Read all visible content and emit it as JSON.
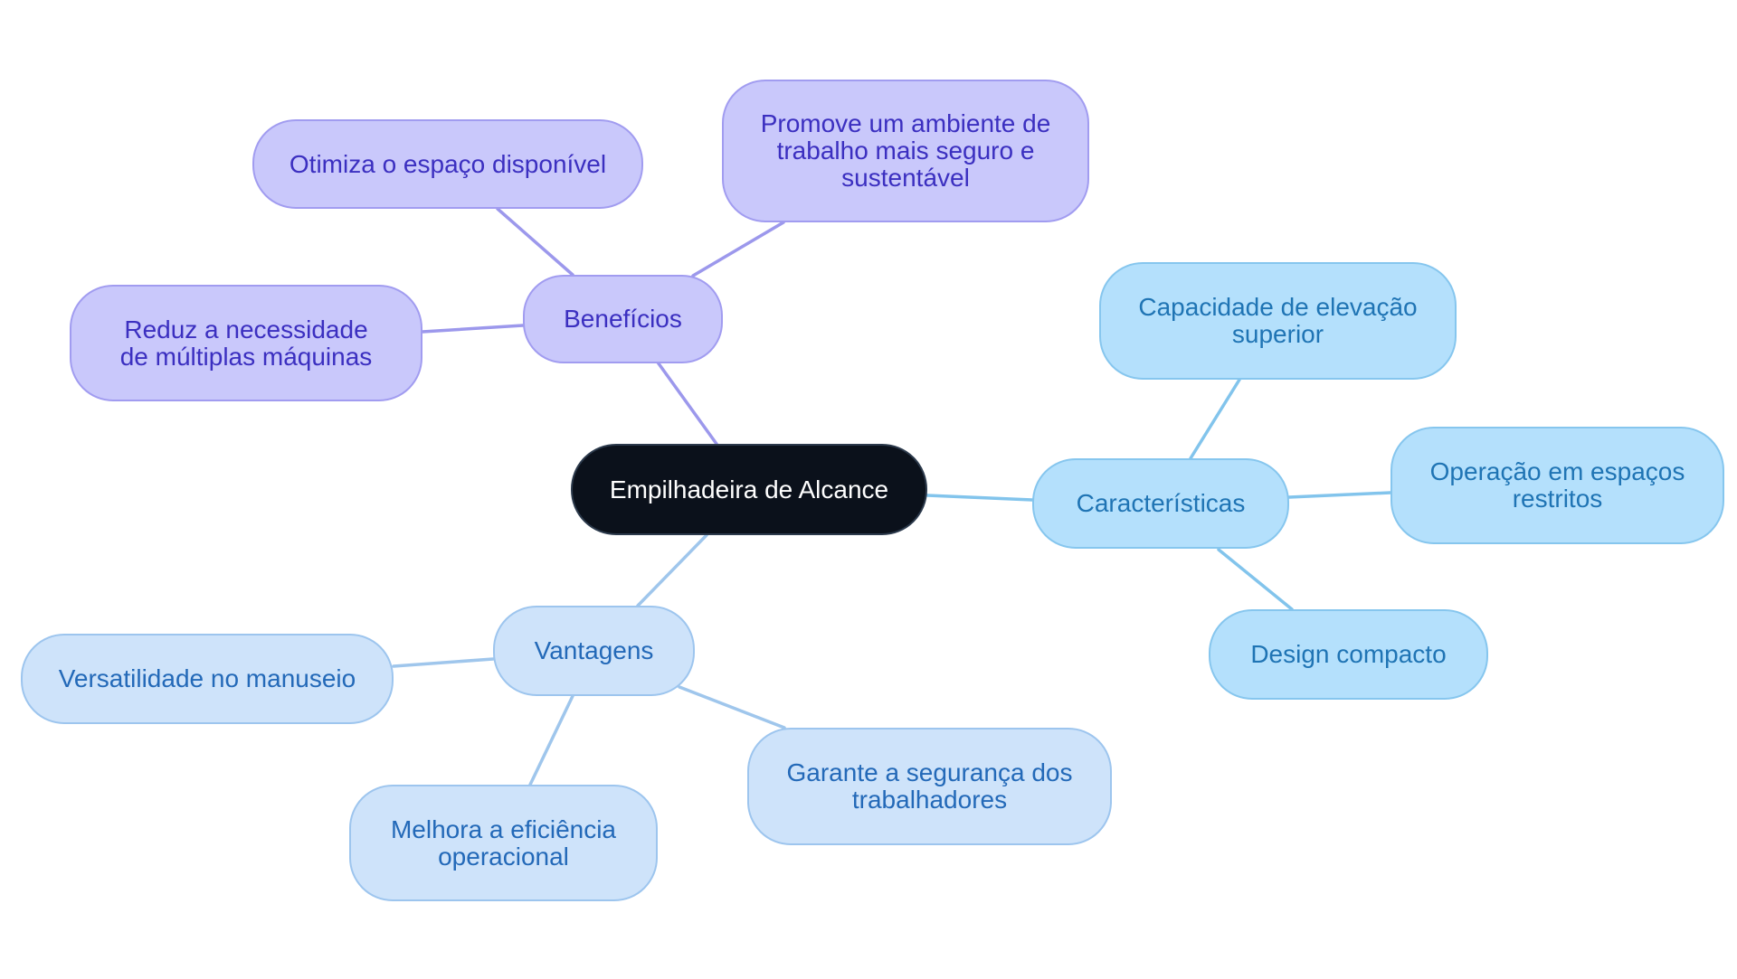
{
  "diagram": {
    "type": "mind-map",
    "root": {
      "label": "Empilhadeira de Alcance"
    },
    "branches": [
      {
        "label": "Benefícios",
        "color": "#c9c8fb",
        "children": [
          "Otimiza o espaço disponível",
          "Promove um ambiente de trabalho mais seguro e sustentável",
          "Reduz a necessidade de múltiplas máquinas"
        ]
      },
      {
        "label": "Características",
        "color": "#b4e0fc",
        "children": [
          "Capacidade de elevação superior",
          "Operação em espaços restritos",
          "Design compacto"
        ]
      },
      {
        "label": "Vantagens",
        "color": "#cee3fa",
        "children": [
          "Versatilidade no manuseio",
          "Melhora a eficiência operacional",
          "Garante a segurança dos trabalhadores"
        ]
      }
    ]
  }
}
